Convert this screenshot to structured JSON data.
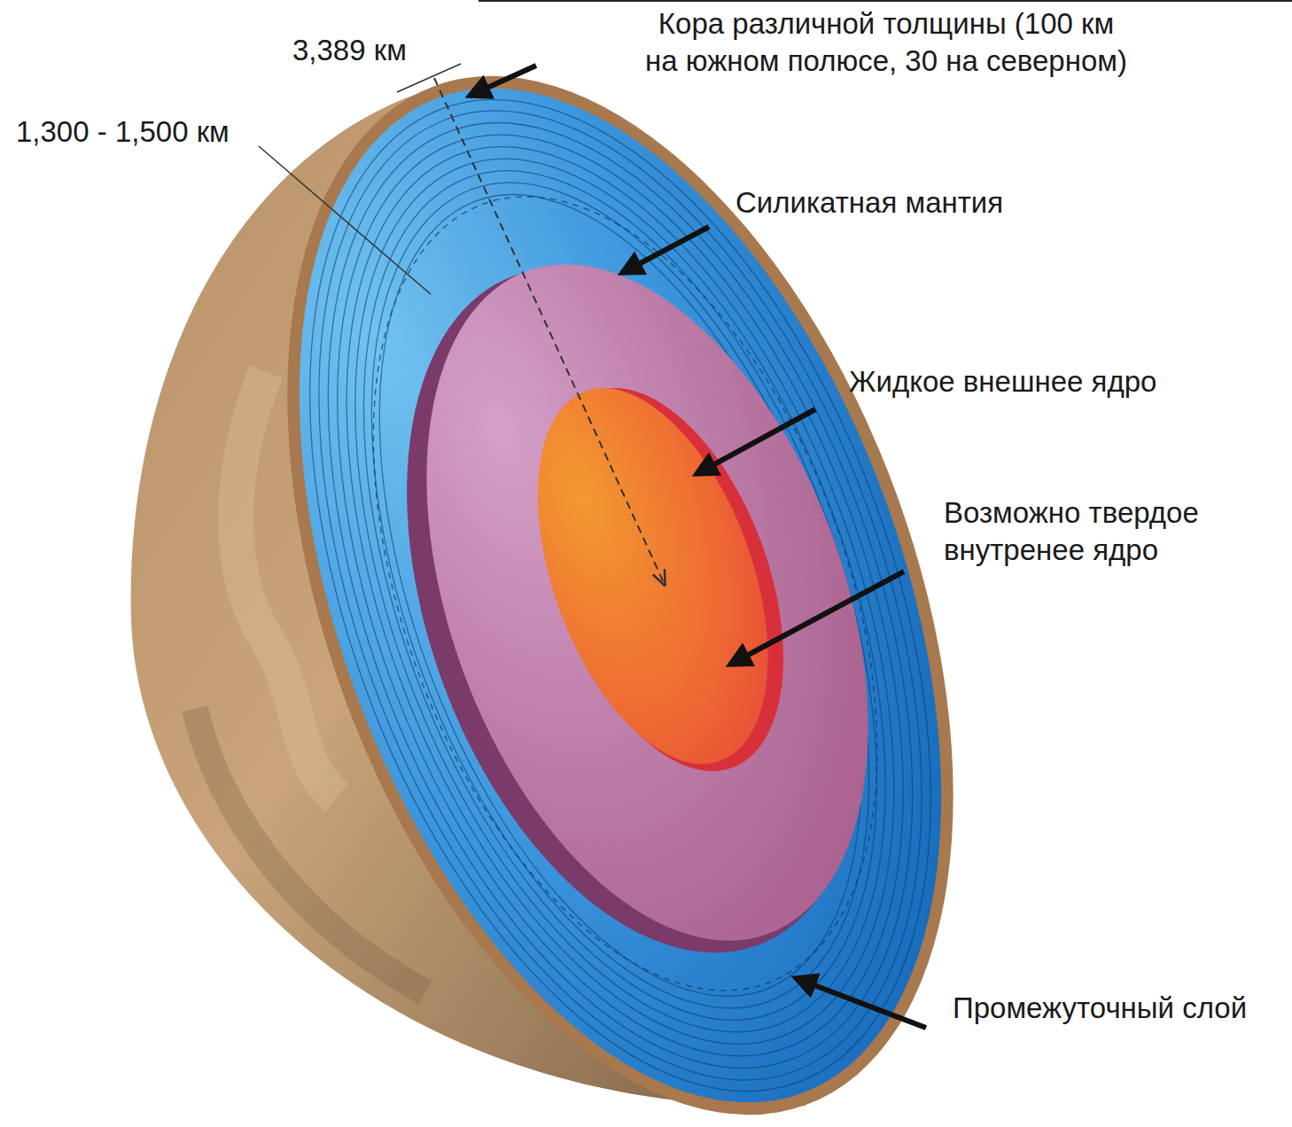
{
  "diagram": {
    "labels": [
      "3,389 км",
      "Кора различной толщины (100 км на южном полюсе, 30 на северном)",
      "1,300 - 1,500 км",
      "Силикатная мантия",
      "Жидкое внешнее ядро",
      "Возможно твердое внутренее ядро",
      "Промежуточный слой"
    ]
  }
}
